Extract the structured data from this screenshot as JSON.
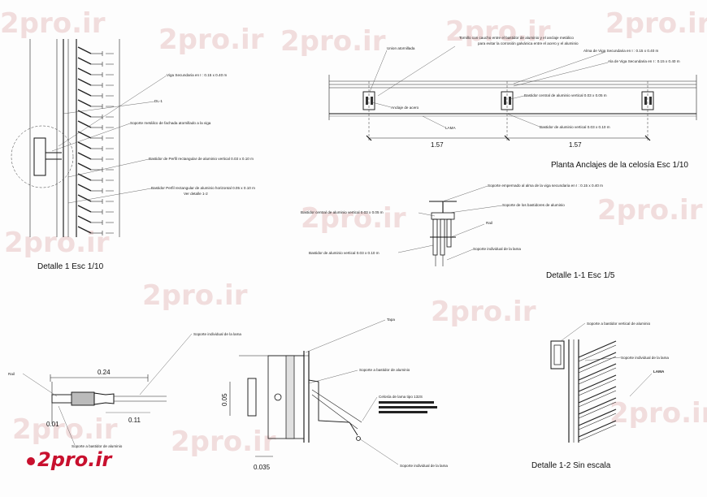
{
  "watermark": "2pro.ir",
  "logo": "2pro.ir",
  "detalle1": {
    "title": "Detalle 1 Esc 1/10",
    "callouts": [
      "Viga Secundaria en I : 0.15 x 0.40 m",
      "DL-1",
      "Soporte metálico de fachada atornillado a la viga",
      "Bastidor de Perfil rectangular de aluminio vertical 0.03 x 0.10 m",
      "Bastidor Perfil rectangular de aluminio horizontal 0.05 x 0.10 m",
      "Ver detalle 1-2"
    ]
  },
  "planta": {
    "title": "Planta Anclajes de la celosía Esc 1/10",
    "callouts": [
      "Tornillo con caucho entre el bastidor de aluminio y el anclaje metálico",
      "para evitar la corrosión galvánica entre el acero y el aluminio",
      "Union atornillada",
      "Alma de Viga Secundaria en I : 0.15 x 0.40 m",
      "Ala de Viga Secundaria en I : 0.15 x 0.40 m",
      "Bastidor central de aluminio vertical 0.03 x 0.05 m",
      "Anclaje de acero",
      "LAMA",
      "Bastidor de aluminio vertical 0.03 x 0.10 m"
    ],
    "dims": [
      "1.57",
      "1.57"
    ]
  },
  "detalle11": {
    "title": "Detalle 1-1 Esc 1/5",
    "callouts": [
      "Soporte empernado al alma de la viga secundaria en I : 0.15 x 0.40 m",
      "Soporte de los bastidores de aluminio",
      "Bastidor central de aluminio vertical 0.03 x 0.05 m",
      "Rail",
      "Soporte individual de la lama",
      "Bastidor de aluminio vertical 0.03 x 0.10 m"
    ]
  },
  "detalle_rail": {
    "callouts": [
      "Soporte individual de la lama",
      "Rail",
      "Soporte a bastidor de aluminio"
    ],
    "dims": [
      "0.24",
      "0.11",
      "0.01"
    ]
  },
  "detalle_centro": {
    "callouts": [
      "Tapa",
      "Soporte a bastidor de aluminio",
      "Celosía de lama tipo 132S",
      "Soporte individual de la lama"
    ],
    "dims": [
      "0.05",
      "0.035"
    ]
  },
  "detalle12": {
    "title": "Detalle 1-2 Sin escala",
    "callouts": [
      "Soporte a bastidor vertical de aluminio",
      "Soporte individual de la lama",
      "LAMA"
    ]
  }
}
